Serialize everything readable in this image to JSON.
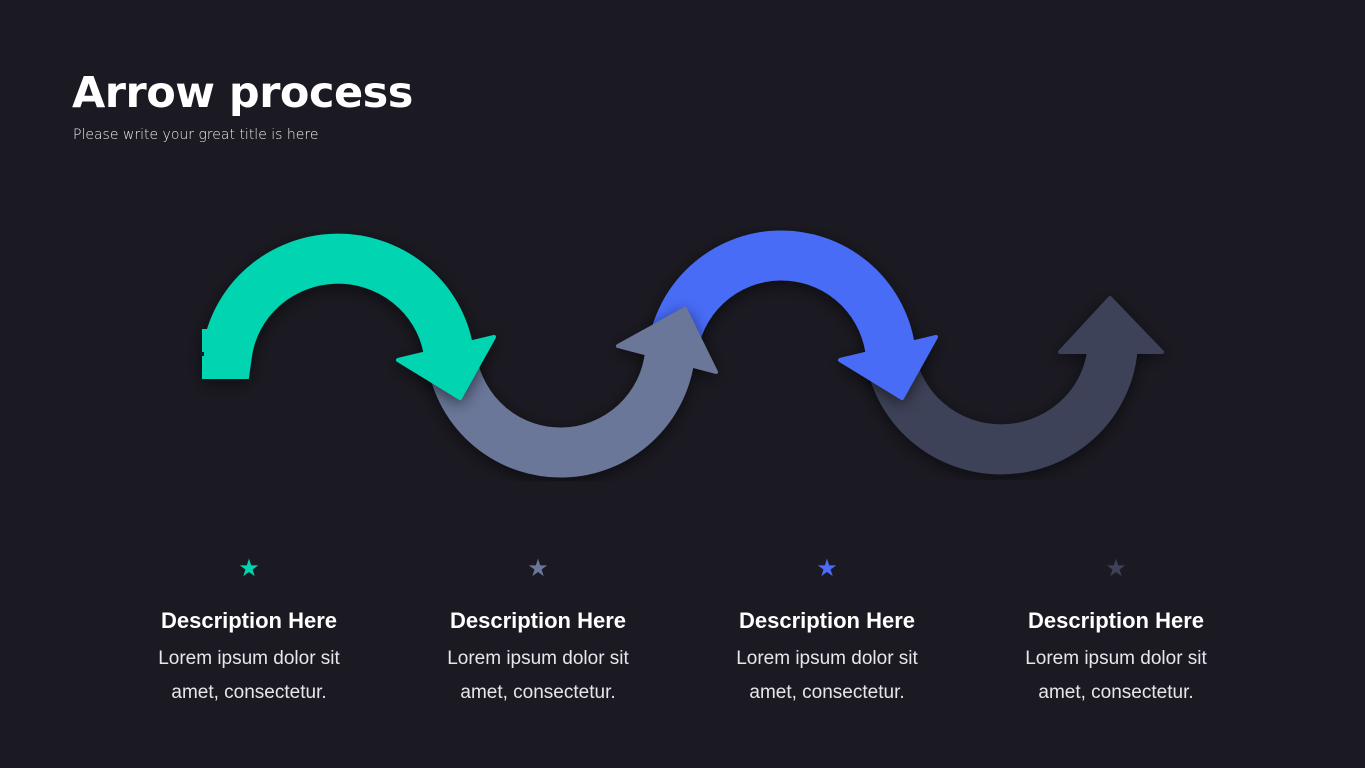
{
  "header": {
    "title": "Arrow process",
    "subtitle": "Please write your great title is here"
  },
  "colors": {
    "background": "#1b1a22",
    "teal": "#00d4b0",
    "slate": "#6b7799",
    "blue": "#4a6cf7",
    "dark": "#3d4259"
  },
  "steps": [
    {
      "icon": "star-icon",
      "color": "#00d4b0",
      "title": "Description Here",
      "line1": "Lorem ipsum dolor sit",
      "line2": "amet, consectetur."
    },
    {
      "icon": "star-icon",
      "color": "#6b7799",
      "title": "Description Here",
      "line1": "Lorem ipsum dolor sit",
      "line2": "amet, consectetur."
    },
    {
      "icon": "star-icon",
      "color": "#4a6cf7",
      "title": "Description Here",
      "line1": "Lorem ipsum dolor sit",
      "line2": "amet, consectetur."
    },
    {
      "icon": "star-icon",
      "color": "#3d4259",
      "title": "Description Here",
      "line1": "Lorem ipsum dolor sit",
      "line2": "amet, consectetur."
    }
  ]
}
